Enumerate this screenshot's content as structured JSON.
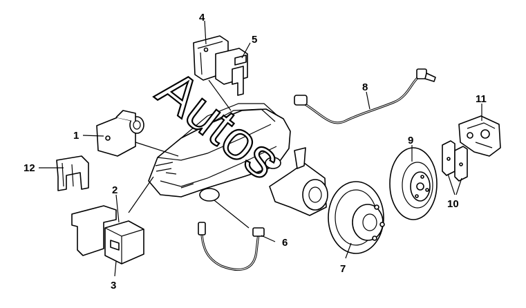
{
  "watermark": "Autos",
  "callouts": [
    {
      "id": "1",
      "label": "1"
    },
    {
      "id": "2",
      "label": "2"
    },
    {
      "id": "3",
      "label": "3"
    },
    {
      "id": "4",
      "label": "4"
    },
    {
      "id": "5",
      "label": "5"
    },
    {
      "id": "6",
      "label": "6"
    },
    {
      "id": "7",
      "label": "7"
    },
    {
      "id": "8",
      "label": "8"
    },
    {
      "id": "9",
      "label": "9"
    },
    {
      "id": "10",
      "label": "10"
    },
    {
      "id": "11",
      "label": "11"
    },
    {
      "id": "12",
      "label": "12"
    }
  ]
}
